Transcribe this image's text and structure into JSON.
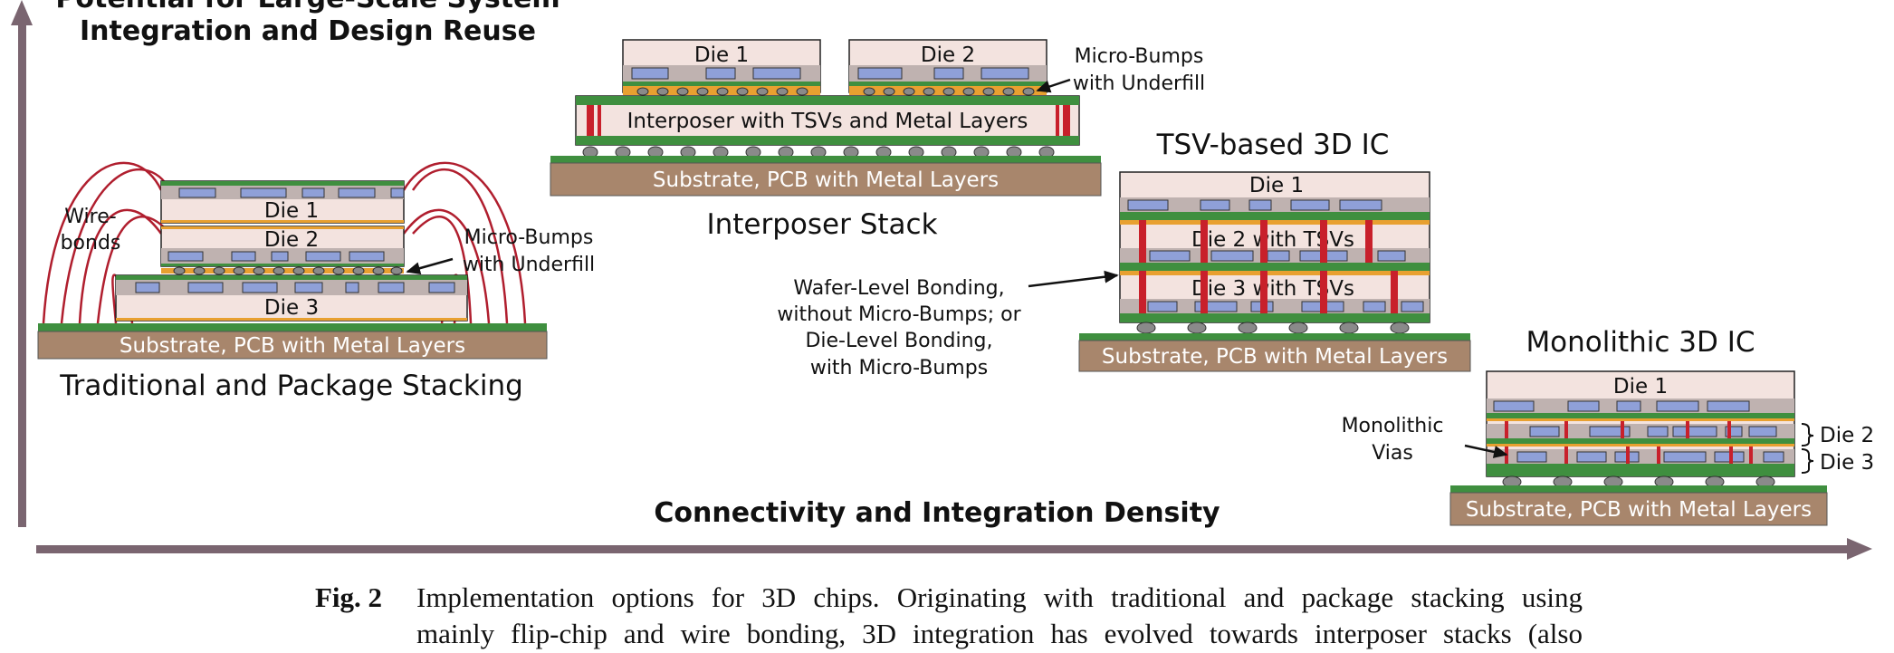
{
  "axes": {
    "y_title_line1": "Potential for Large-Scale System",
    "y_title_line2": "Integration and Design Reuse",
    "x_title": "Connectivity and Integration Density"
  },
  "traditional": {
    "title": "Traditional and Package Stacking",
    "die1": "Die 1",
    "die2": "Die 2",
    "die3": "Die 3",
    "substrate": "Substrate, PCB with Metal Layers",
    "wirebonds_line1": "Wire-",
    "wirebonds_line2": "bonds",
    "microbumps_line1": "Micro-Bumps",
    "microbumps_line2": "with Underfill"
  },
  "interposer": {
    "title": "Interposer Stack",
    "die1": "Die 1",
    "die2": "Die 2",
    "interposer_label": "Interposer with TSVs and Metal Layers",
    "substrate": "Substrate, PCB with Metal Layers",
    "microbumps_line1": "Micro-Bumps",
    "microbumps_line2": "with Underfill"
  },
  "tsv3d": {
    "title": "TSV-based 3D IC",
    "die1": "Die 1",
    "die2": "Die 2 with TSVs",
    "die3": "Die 3 with TSVs",
    "substrate": "Substrate, PCB with Metal Layers",
    "bonding_line1": "Wafer-Level Bonding,",
    "bonding_line2": "without Micro-Bumps; or",
    "bonding_line3": "Die-Level Bonding,",
    "bonding_line4": "with Micro-Bumps"
  },
  "monolithic": {
    "title": "Monolithic 3D IC",
    "die1": "Die 1",
    "die2": "Die 2",
    "die3": "Die 3",
    "substrate": "Substrate, PCB with Metal Layers",
    "vias_line1": "Monolithic",
    "vias_line2": "Vias"
  },
  "caption": {
    "label": "Fig. 2",
    "line1": "Implementation options for 3D chips.  Originating with traditional and package stacking using",
    "line2": "mainly flip-chip and wire bonding, 3D integration has evolved towards interposer stacks (also"
  },
  "colors": {
    "axis": "#7a6570",
    "substrate": "#a8866c",
    "metal": "#3f8f3f",
    "die": "#f3e3df",
    "die_band": "#bfb2b0",
    "block": "#8fa0d8",
    "tsv": "#c8202b",
    "underfill": "#e8a030",
    "bump": "#8a8a8a",
    "wire": "#b01e2e"
  }
}
